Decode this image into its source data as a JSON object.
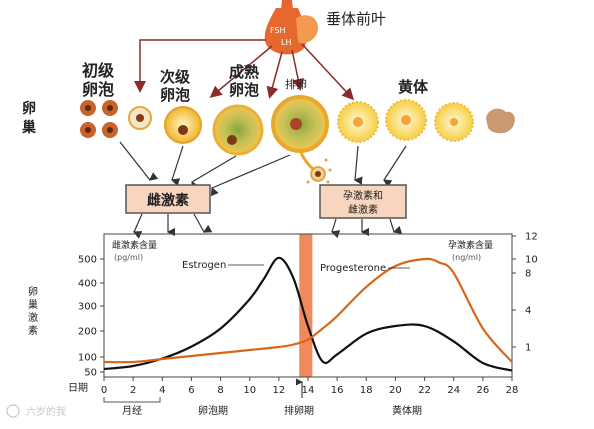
{
  "top": {
    "pituitary_label": "垂体前叶",
    "fsh": "FSH",
    "lh": "LH",
    "ovary_label": [
      "卵",
      "巢"
    ],
    "primary_follicle": [
      "初级",
      "卵泡"
    ],
    "secondary_follicle": [
      "次级",
      "卵泡"
    ],
    "mature_follicle": [
      "成熟",
      "卵泡"
    ],
    "ovulation": "排卵",
    "corpus_luteum": "黄体",
    "box_left": "雌激素",
    "box_right": [
      "孕激素和",
      "雌激素"
    ]
  },
  "chart": {
    "ylabel_left": [
      "卵",
      "巢",
      "激",
      "素"
    ],
    "left_axis_title": "雌激素含量",
    "left_axis_unit": "(pg/ml)",
    "right_axis_title": "孕激素含量",
    "right_axis_unit": "(ng/ml)",
    "estrogen_label": "Estrogen",
    "progesterone_label": "Progesterone",
    "x_title": "日期",
    "phase_menses": "月经",
    "phase_follicular": "卵泡期",
    "phase_ovulation": "排卵期",
    "phase_luteal": "黄体期",
    "watermark": "六岁的我"
  },
  "chart_data": {
    "type": "line",
    "x_ticks": [
      0,
      2,
      4,
      6,
      8,
      10,
      12,
      14,
      16,
      18,
      20,
      22,
      24,
      26,
      28
    ],
    "left_ticks": [
      "500",
      "400",
      "300",
      "200",
      "100",
      "50"
    ],
    "right_ticks": [
      "12",
      "10",
      "8",
      "4",
      "1"
    ],
    "colors": {
      "estrogen": "#111111",
      "progesterone": "#d9661a",
      "ovulation_band": "#f08a5d"
    },
    "series": [
      {
        "name": "Estrogen",
        "x": [
          0,
          2,
          4,
          6,
          8,
          10,
          11,
          12,
          13,
          14,
          15,
          16,
          18,
          20,
          22,
          24,
          26,
          28
        ],
        "y": [
          60,
          70,
          95,
          140,
          210,
          330,
          420,
          505,
          420,
          220,
          85,
          110,
          190,
          220,
          220,
          160,
          80,
          55
        ]
      },
      {
        "name": "Progesterone",
        "x": [
          0,
          2,
          4,
          6,
          8,
          10,
          12,
          13,
          14,
          15,
          16,
          18,
          20,
          22,
          23,
          24,
          26,
          28
        ],
        "y": [
          0.5,
          0.5,
          0.6,
          0.7,
          0.8,
          0.9,
          1.0,
          1.2,
          1.6,
          2.5,
          3.5,
          6.5,
          9.0,
          10.0,
          9.5,
          8.0,
          2.5,
          0.5
        ]
      }
    ]
  }
}
